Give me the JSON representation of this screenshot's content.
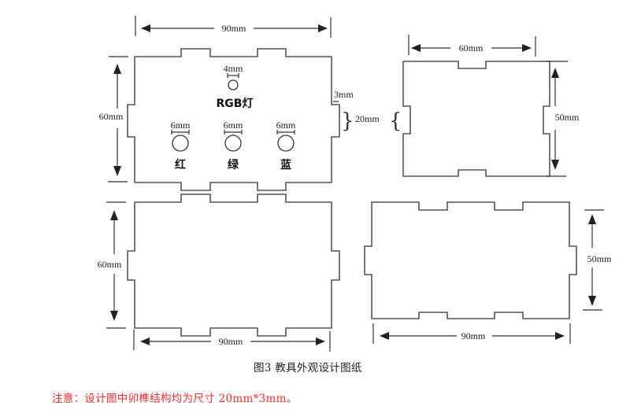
{
  "figure": {
    "caption": "图3 教具外观设计图纸",
    "note": "注意：设计图中卯榫结构均为尺寸 20mm*3mm。",
    "note_color": "#ff2a2a",
    "line_color": "#555555"
  },
  "panels": {
    "top_left": {
      "width_label": "90mm",
      "height_label": "60mm",
      "hole_small_label": "4mm",
      "rgb_label": "RGB灯",
      "led_size_label": "6mm",
      "leds": [
        {
          "size": "6mm",
          "color_label": "红"
        },
        {
          "size": "6mm",
          "color_label": "绿"
        },
        {
          "size": "6mm",
          "color_label": "蓝"
        }
      ],
      "tab_depth_label": "3mm",
      "tab_length_label": "20mm"
    },
    "bottom_left": {
      "width_label": "90mm",
      "height_label": "60mm"
    },
    "top_right": {
      "width_label": "60mm",
      "height_label": "50mm"
    },
    "bottom_right": {
      "width_label": "90mm",
      "height_label": "50mm"
    }
  }
}
